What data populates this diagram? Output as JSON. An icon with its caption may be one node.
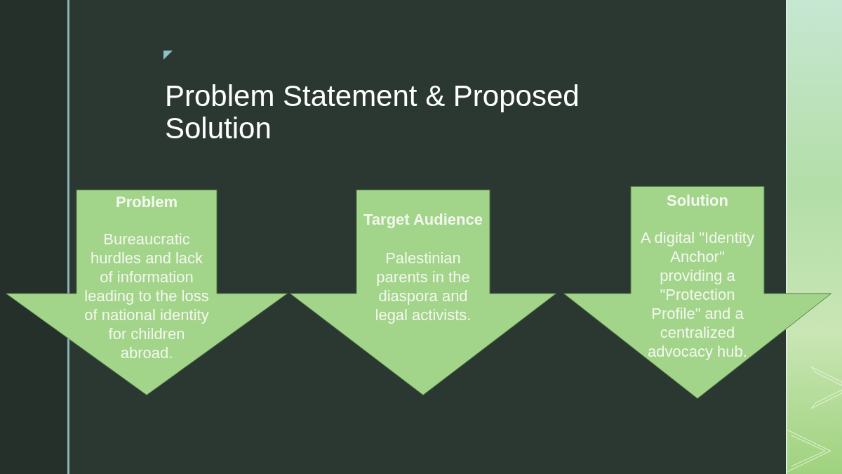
{
  "diagram": {
    "title": "Problem Statement & Proposed Solution",
    "nodes": [
      {
        "text": [
          "Problem",
          "Bureaucratic hurdles and lack of information leading to the loss of national identity for children abroad."
        ]
      },
      {
        "text": [
          "Target Audience",
          "Palestinian parents in the diaspora and legal activists."
        ]
      },
      {
        "text": [
          "Solution",
          "A digital \"Identity Anchor\" providing a \"Protection Profile\" and a centralized advocacy hub."
        ]
      }
    ]
  }
}
